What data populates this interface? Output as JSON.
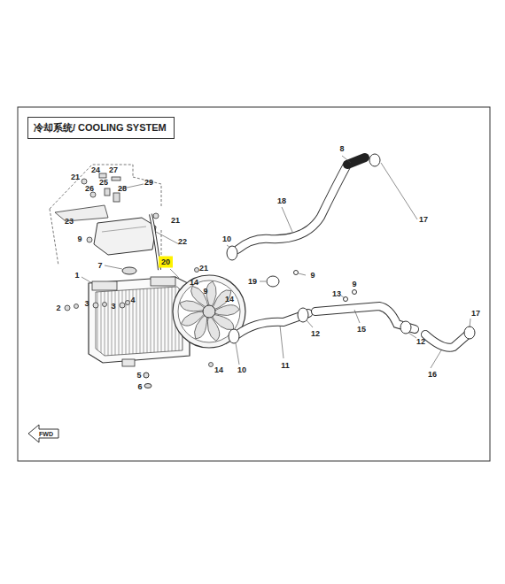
{
  "diagram": {
    "title": "冷却系统/ COOLING SYSTEM",
    "labels": [
      "21",
      "24",
      "27",
      "25",
      "28",
      "26",
      "29",
      "23",
      "9",
      "21",
      "22",
      "7",
      "20",
      "21",
      "1",
      "2",
      "3",
      "3",
      "4",
      "10",
      "14",
      "9",
      "14",
      "14",
      "10",
      "5",
      "6",
      "18",
      "8",
      "17",
      "19",
      "9",
      "13",
      "9",
      "11",
      "12",
      "15",
      "12",
      "17",
      "16",
      "FWD"
    ]
  }
}
